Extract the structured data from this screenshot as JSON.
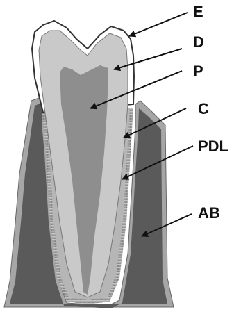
{
  "labels": {
    "enamel": "E",
    "dentin": "D",
    "pulp": "P",
    "cementum": "C",
    "periodontal_ligament": "PDL",
    "alveolar_bone": "AB"
  },
  "colors": {
    "background": "#ffffff",
    "outline": "#555555",
    "enamel": "#ffffff",
    "dentin": "#c9c9c9",
    "pulp": "#8e8e8e",
    "cementum": "#b6b6b6",
    "ligament": "#9a9a9a",
    "bone": "#5a5a5a",
    "bone_rim": "#a6a6a6",
    "arrow": "#111111"
  }
}
